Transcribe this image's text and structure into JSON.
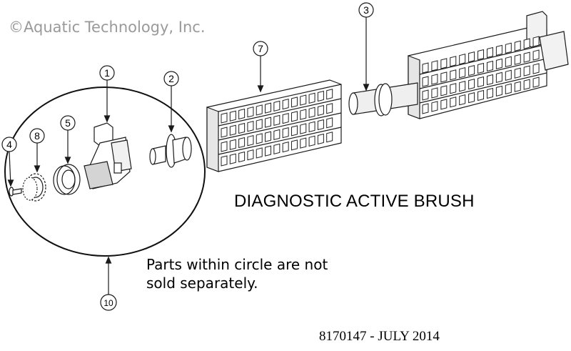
{
  "copyright": "©Aquatic Technology, Inc.",
  "title": "DIAGNOSTIC ACTIVE BRUSH",
  "note_line1": "Parts within circle are not",
  "note_line2": "sold separately.",
  "part_number": "8170147 - JULY 2014",
  "callouts": [
    "1",
    "2",
    "3",
    "4",
    "5",
    "7",
    "8",
    "10"
  ],
  "colors": {
    "line": "#1a1a1a",
    "fill": "#ffffff",
    "shade": "#d6d6d6",
    "copyright": "#9a9a9a"
  }
}
